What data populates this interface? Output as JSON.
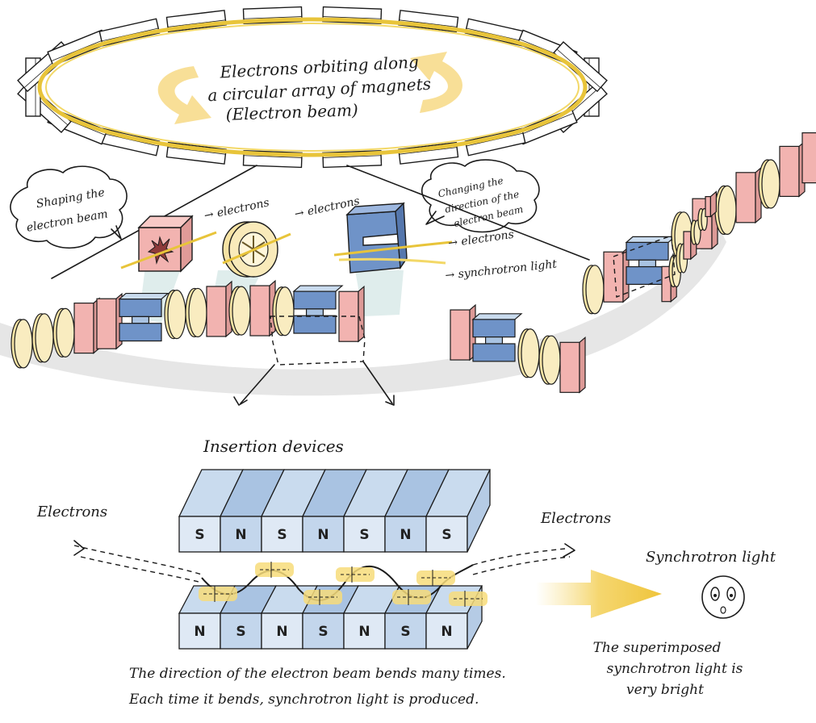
{
  "ring": {
    "line1": "Electrons orbiting along",
    "line2": "a circular array of magnets",
    "line3": "(Electron beam)"
  },
  "callouts": {
    "shaping_line1": "Shaping the",
    "shaping_line2": "electron beam",
    "changing_line1": "Changing the",
    "changing_line2": "direction of the",
    "changing_line3": "electron beam"
  },
  "magnet_labels": {
    "quad": "→ electrons",
    "sext": "→ electrons",
    "bend": "→ electrons",
    "synchrotron": "→ synchrotron light"
  },
  "insertion": {
    "title": "Insertion devices",
    "electrons_in": "Electrons",
    "electrons_out": "Electrons",
    "synchrotron_light": "Synchrotron light",
    "top_poles": [
      "S",
      "N",
      "S",
      "N",
      "S",
      "N",
      "S"
    ],
    "bottom_poles": [
      "N",
      "S",
      "N",
      "S",
      "N",
      "S",
      "N"
    ],
    "caption_line1": "The direction of the electron beam bends many times.",
    "caption_line2": "Each time it bends, synchrotron light is produced.",
    "bright_line1": "The superimposed",
    "bright_line2": "synchrotron light is",
    "bright_line3": "very bright"
  },
  "colors": {
    "beam": "#e8c43a",
    "beam_glow": "#f7dc7a",
    "quad_pink": "#f2b3b0",
    "sext_yellow": "#f6e3a4",
    "bend_blue": "#6f93c8",
    "light_blue": "#c9dbee",
    "mid_blue": "#a9c3e2",
    "shadow": "#e3e3e3",
    "cone": "#dcebea"
  }
}
